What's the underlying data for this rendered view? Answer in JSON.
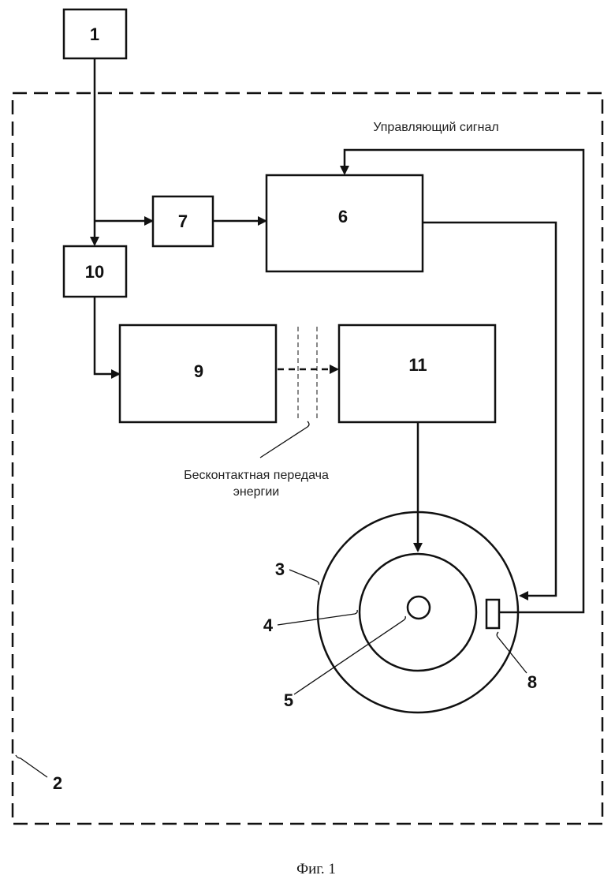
{
  "blocks": {
    "b1": "1",
    "b6": "6",
    "b7": "7",
    "b9": "9",
    "b10": "10",
    "b11": "11"
  },
  "refs": {
    "r2": "2",
    "r3": "3",
    "r4": "4",
    "r5": "5",
    "r8": "8"
  },
  "labels": {
    "control_signal": "Управляющий сигнал",
    "wireless_line1": "Бесконтактная передача",
    "wireless_line2": "энергии"
  },
  "caption": "Фиг. 1"
}
